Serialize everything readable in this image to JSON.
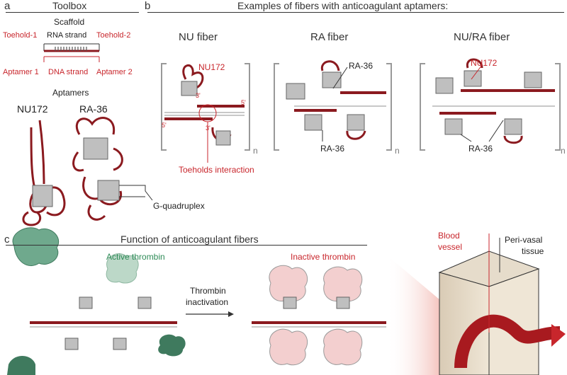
{
  "panel_a": {
    "letter": "a",
    "title": "Toolbox",
    "scaffold_title": "Scaffold",
    "rna_strand": "RNA strand",
    "dna_strand": "DNA strand",
    "toehold_1": "Toehold-1",
    "toehold_2": "Toehold-2",
    "aptamer_1": "Aptamer 1",
    "aptamer_2": "Aptamer 2",
    "aptamers_title": "Aptamers",
    "nu172": "NU172",
    "ra36": "RA-36",
    "gquad": "G-quadruplex"
  },
  "panel_b": {
    "letter": "b",
    "title": "Examples of fibers with anticoagulant aptamers:",
    "nu_fiber": "NU fiber",
    "ra_fiber": "RA fiber",
    "nura_fiber": "NU/RA fiber",
    "nu172_label": "NU172",
    "ra36_label": "RA-36",
    "toeholds": "Toeholds interaction",
    "three_prime": "3'",
    "five_prime": "5'",
    "n": "n"
  },
  "panel_c": {
    "letter": "c",
    "title": "Function of anticoagulant fibers",
    "active_thrombin": "Active thrombin",
    "inactive_thrombin": "Inactive thrombin",
    "inactivation_1": "Thrombin",
    "inactivation_2": "inactivation",
    "blood_1": "Blood",
    "blood_2": "vessel",
    "perivasal_1": "Peri-vasal",
    "perivasal_2": "tissue"
  },
  "colors": {
    "red": "#c8262c",
    "dark_red": "#8b1a1f",
    "green": "#2e8b57",
    "gray": "#9a9a9a"
  }
}
